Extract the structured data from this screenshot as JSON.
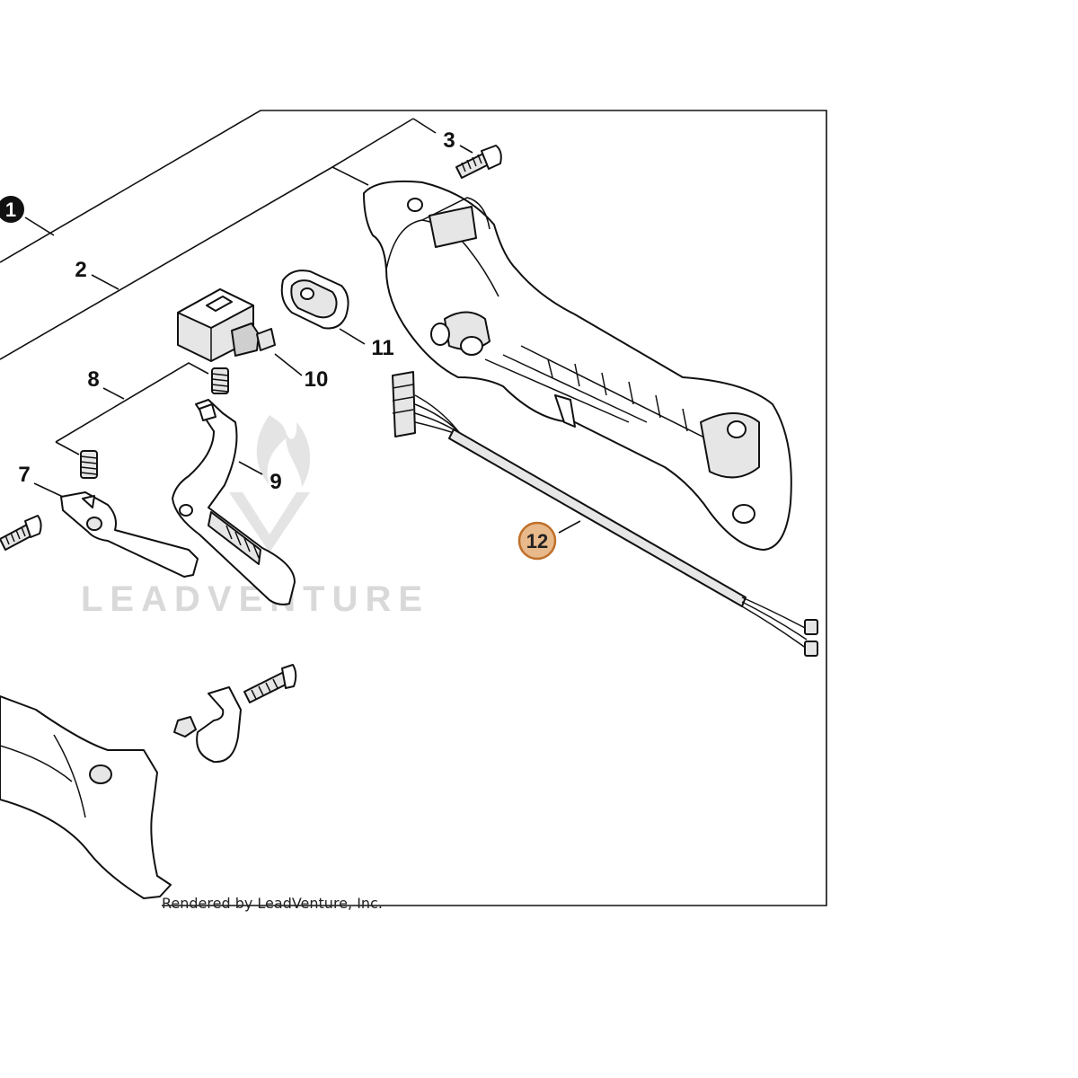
{
  "diagram": {
    "callouts": {
      "c1": "1",
      "c2": "2",
      "c3": "3",
      "c7": "7",
      "c8": "8",
      "c9": "9",
      "c10": "10",
      "c11": "11",
      "c12": "12"
    },
    "watermark": "LEADVENTURE",
    "credit": "Rendered by LeadVenture, Inc.",
    "colors": {
      "highlight_fill": "#e8b98a",
      "highlight_stroke": "#c0702a",
      "callout_dark": "#111111",
      "watermark": "#d9d9d9"
    }
  }
}
